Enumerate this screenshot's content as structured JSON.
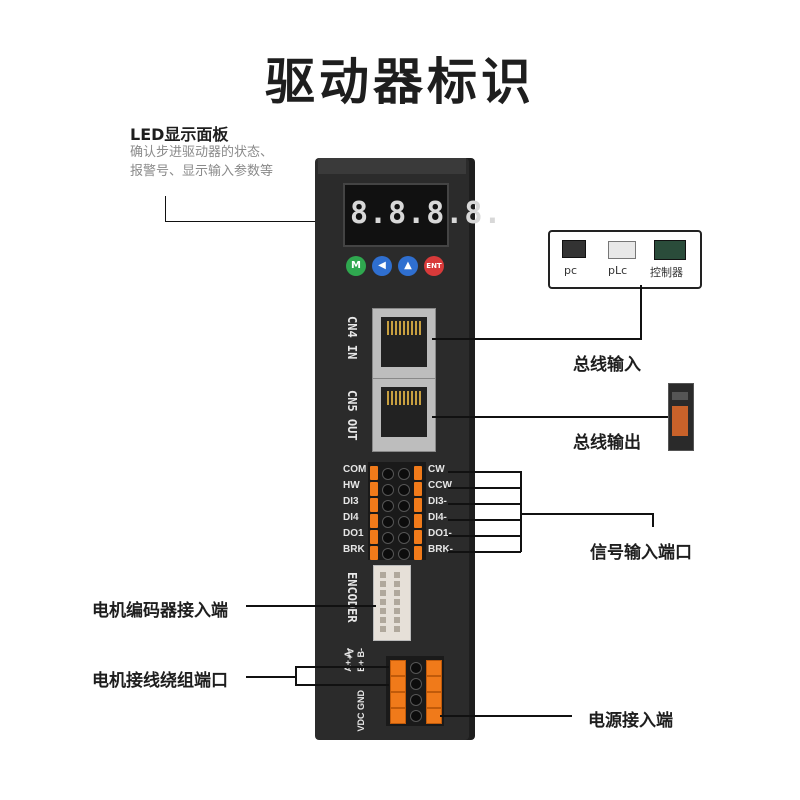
{
  "title": "驱动器标识",
  "led_panel": {
    "label": "LED显示面板",
    "description": "确认步进驱动器的状态、报警号、显示输入参数等",
    "display_text": "8.8.8.8.",
    "buttons": [
      "M",
      "◀",
      "▲",
      "ENT"
    ]
  },
  "controllers": {
    "items": [
      {
        "label": "pc",
        "icon": "computer-icon"
      },
      {
        "label": "pLc",
        "icon": "plc-icon"
      },
      {
        "label": "控制器",
        "icon": "controller-board-icon"
      }
    ]
  },
  "bus_in": {
    "label": "总线输入",
    "port": "CN4  IN"
  },
  "bus_out": {
    "label": "总线输出",
    "port": "CN5  OUT"
  },
  "signal": {
    "label": "信号输入端口",
    "left_pins": [
      "COM",
      "HW",
      "DI3",
      "DI4",
      "DO1",
      "BRK"
    ],
    "right_pins": [
      "CW",
      "CCW",
      "DI3-",
      "DI4-",
      "DO1-",
      "BRK-"
    ]
  },
  "encoder": {
    "label": "电机编码器接入端",
    "port": "ENCODER"
  },
  "motor": {
    "label": "电机接线绕组端口",
    "pins": [
      "A+",
      "A-",
      "B+",
      "B-"
    ]
  },
  "power": {
    "label": "电源接入端",
    "pins": [
      "VDC",
      "GND"
    ]
  },
  "colors": {
    "accent_orange": "#f07a1a",
    "body": "#2b2b2b",
    "btn_green": "#2fa84f",
    "btn_blue": "#2f6fd0",
    "btn_red": "#d83a3a"
  }
}
